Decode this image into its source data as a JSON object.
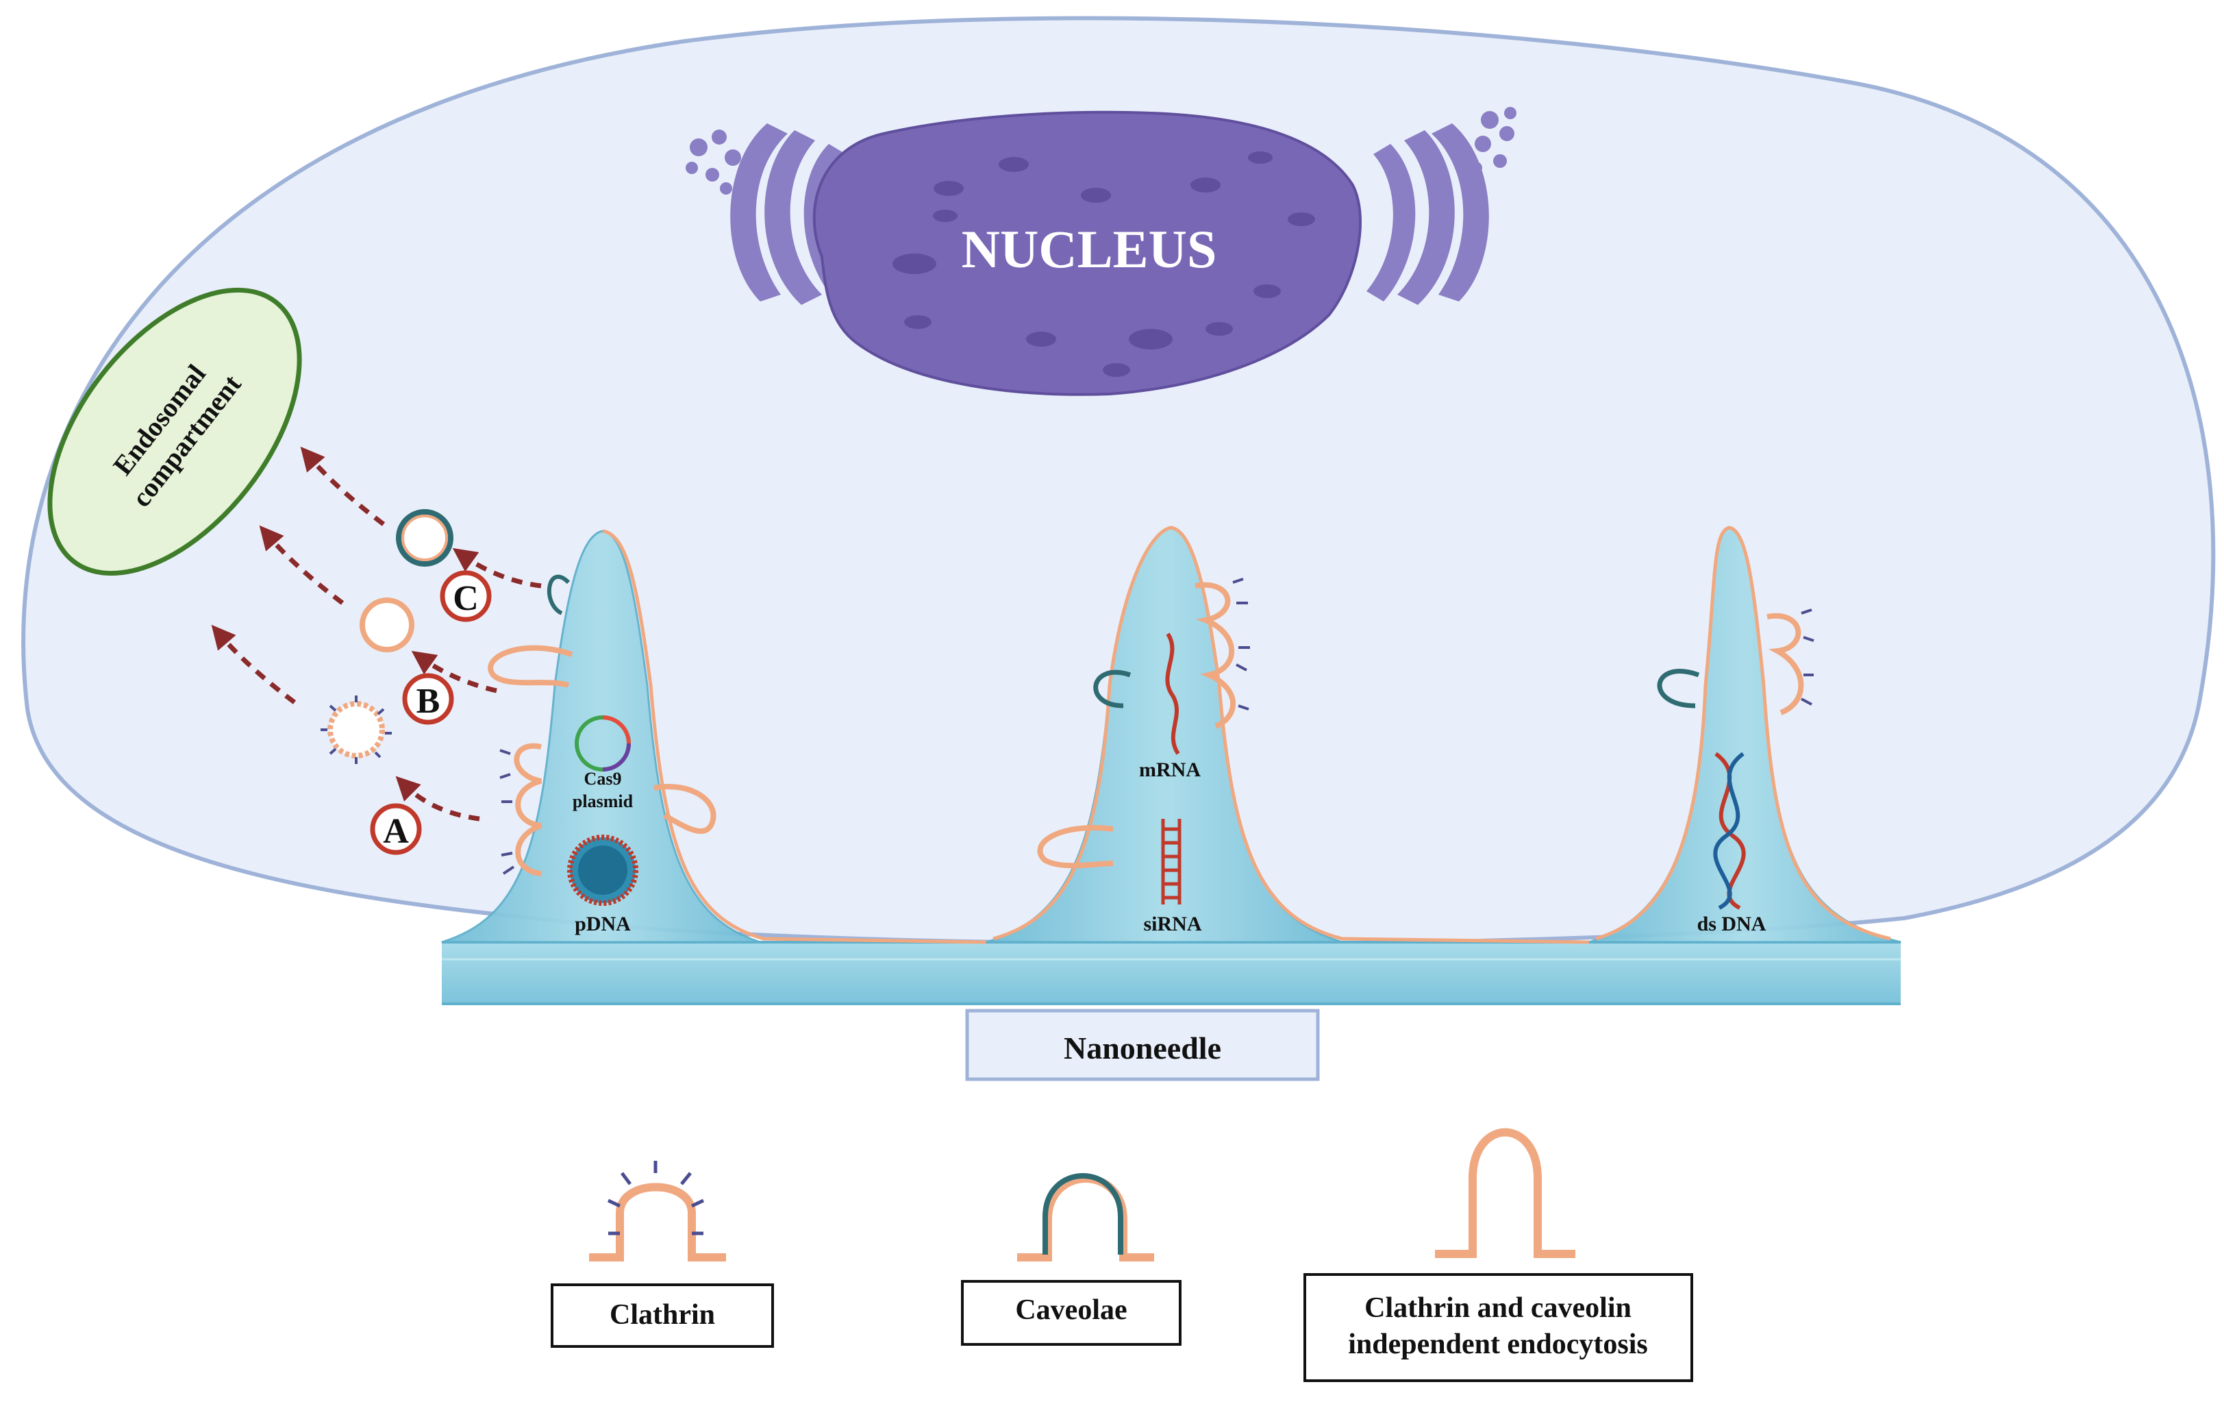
{
  "labels": {
    "nucleus": "NUCLEUS",
    "endosome_line1": "Endosomal",
    "endosome_line2": "compartment",
    "pathway_a": "A",
    "pathway_b": "B",
    "pathway_c": "C",
    "cas9_line1": "Cas9",
    "cas9_line2": "plasmid",
    "pdna": "pDNA",
    "mrna": "mRNA",
    "sirna": "siRNA",
    "dsdna": "ds DNA",
    "nanoneedle": "Nanoneedle"
  },
  "legend": {
    "clathrin": "Clathrin",
    "caveolae": "Caveolae",
    "independent_line1": "Clathrin and caveolin",
    "independent_line2": "independent endocytosis"
  },
  "colors": {
    "cell_fill": "#e9effa",
    "cell_stroke": "#9fb3d9",
    "nucleus": "#7767b5",
    "nucleus_spot": "#5f4f9d",
    "golgi": "#8a7ec4",
    "endosome_fill": "#e6f3d8",
    "endosome_stroke": "#3f7d2a",
    "needle": "#8ccbdf",
    "needle_dark": "#5fb0cc",
    "membrane": "#f0a880",
    "caveola": "#2f6b72",
    "clathrin_coat": "#4b4d8f",
    "arrow": "#8b2a2a",
    "badge_ring": "#c0392b"
  },
  "icons": {
    "nucleus": "nucleus-icon",
    "golgi": "golgi-icon",
    "plasmid": "plasmid-icon",
    "vesicle": "vesicle-icon",
    "mrna": "mrna-strand-icon",
    "sirna": "sirna-ladder-icon",
    "dna": "double-helix-icon"
  }
}
